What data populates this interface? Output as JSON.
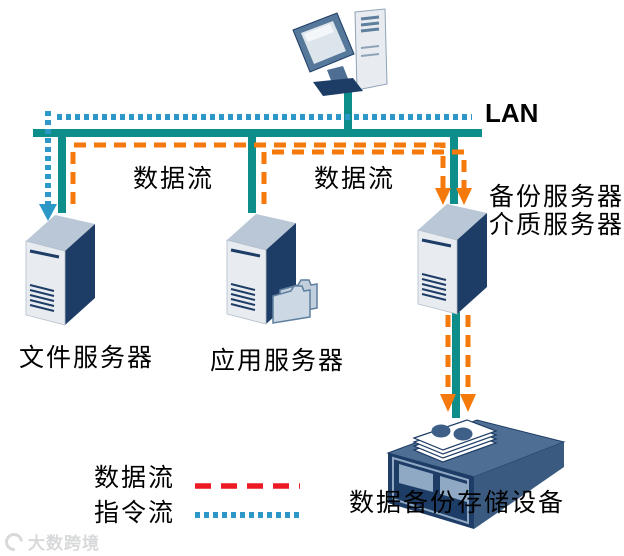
{
  "colors": {
    "teal": "#0E8E8A",
    "blue": "#2B98C8",
    "orange": "#F5790B",
    "red": "#EC1B23",
    "navy": "#1E3D66",
    "steel": "#4E6E93",
    "steel-light": "#8FA8C4",
    "srv-top": "#B9C7D6",
    "srv-front": "#E8ECF0",
    "text": "#000000",
    "watermark": "#D8D9DA"
  },
  "diagram": {
    "lan_label": "LAN",
    "flows": [
      {
        "label": "数据流"
      },
      {
        "label": "数据流"
      }
    ],
    "nodes": {
      "file_server": {
        "label": "文件服务器"
      },
      "app_server": {
        "label": "应用服务器"
      },
      "backup_server": {
        "label_line1": "备份服务器",
        "label_line2": "介质服务器"
      },
      "storage_device": {
        "label": "数据备份存储设备"
      }
    }
  },
  "legend": {
    "items": [
      {
        "label": "数据流",
        "line_style": "dashed",
        "color": "#EC1B23"
      },
      {
        "label": "指令流",
        "line_style": "dotted",
        "color": "#2B98C8"
      }
    ]
  },
  "watermark": {
    "text": "大数跨境"
  }
}
